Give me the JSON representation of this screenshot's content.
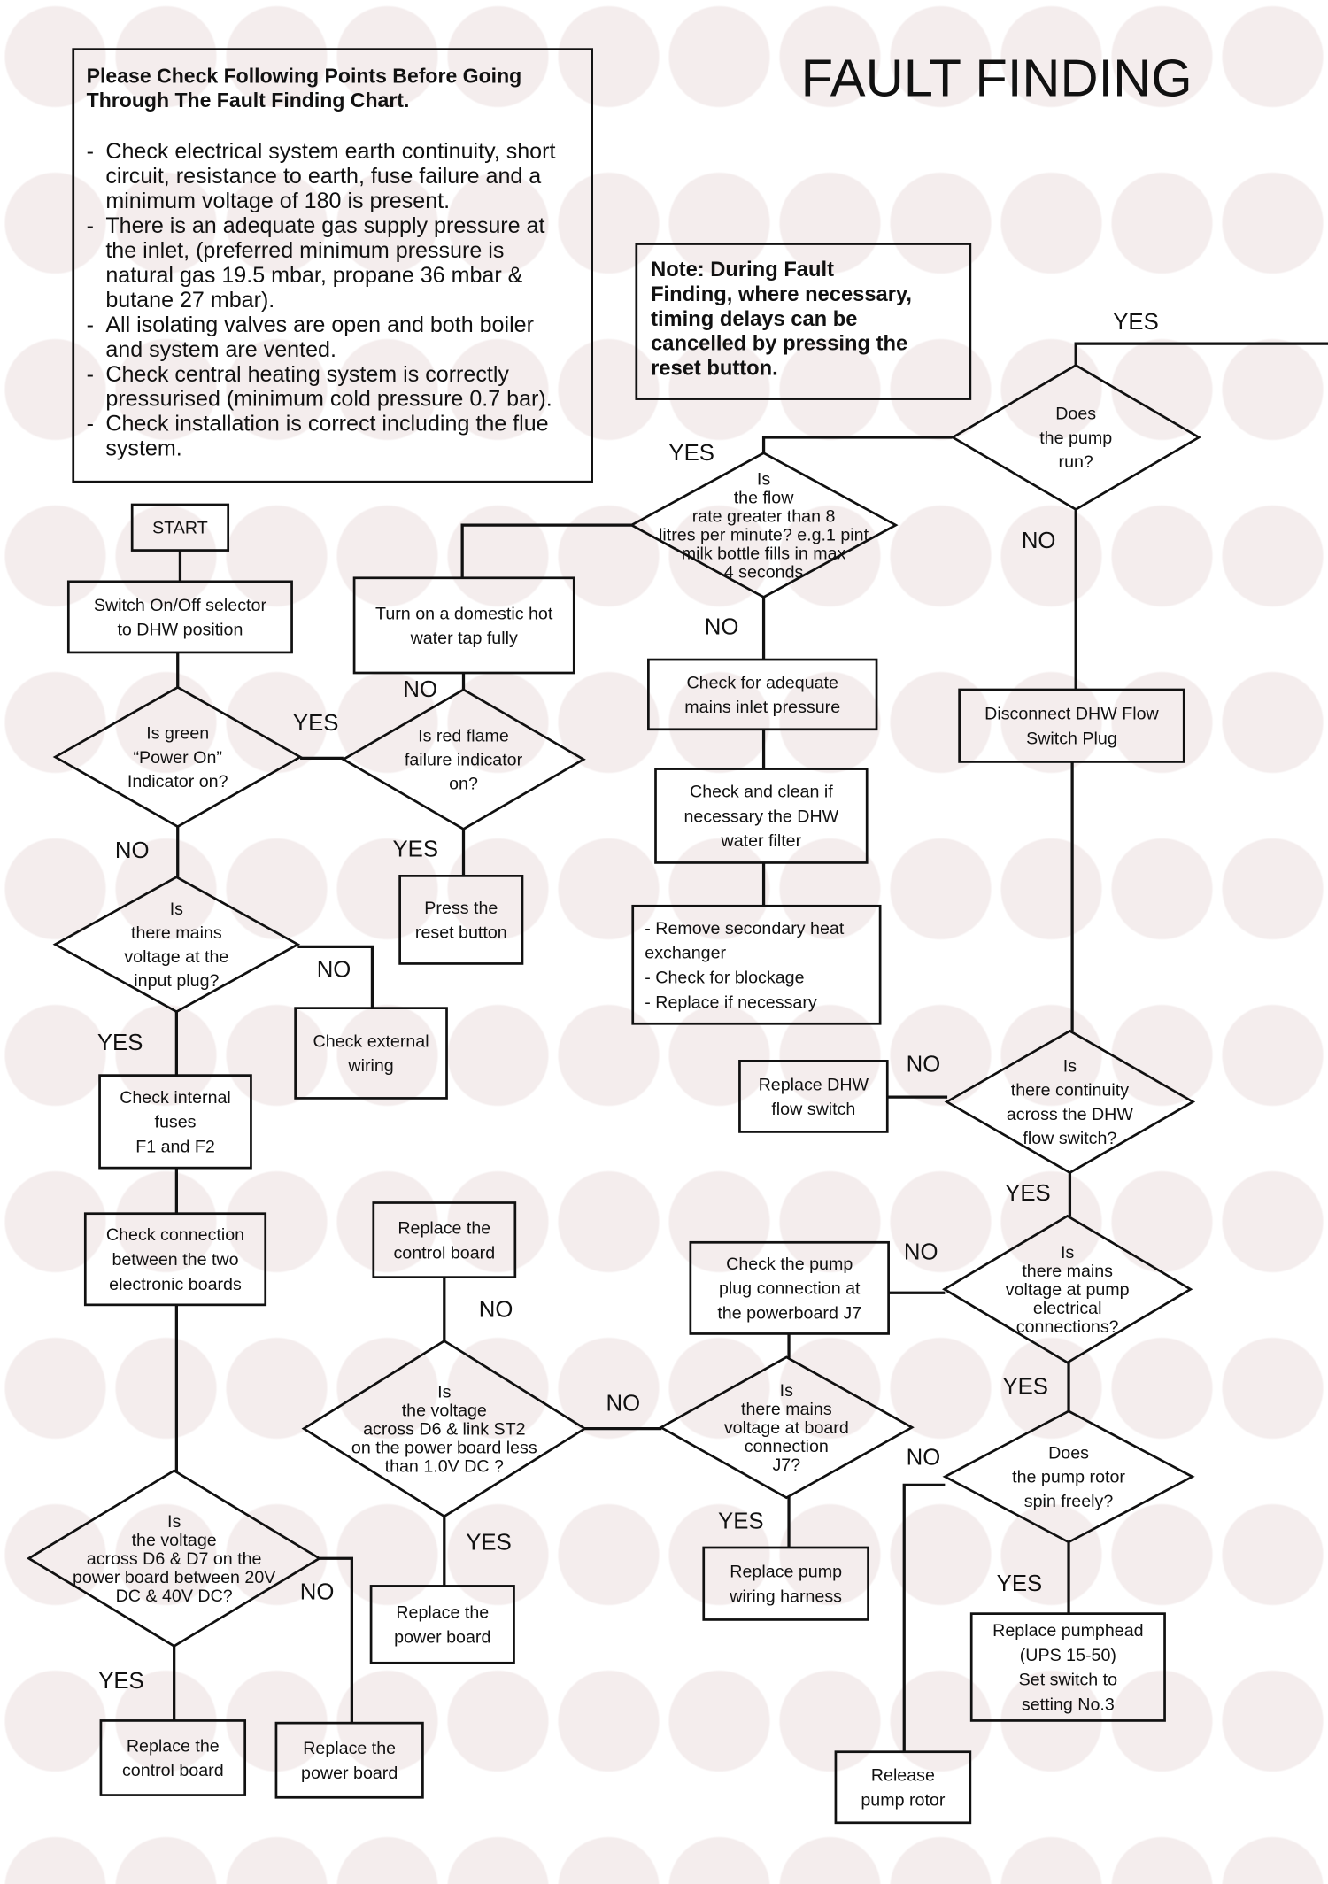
{
  "title": "FAULT FINDING",
  "checklist": {
    "heading": [
      "Please Check Following Points Before Going",
      "Through The Fault Finding Chart."
    ],
    "items": [
      [
        "Check electrical system earth continuity, short",
        "circuit, resistance to earth, fuse failure and a",
        "minimum voltage of 180 is present."
      ],
      [
        "There is an adequate gas supply pressure at",
        "the inlet, (preferred minimum pressure is",
        "natural gas 19.5 mbar, propane 36 mbar &",
        "butane 27 mbar)."
      ],
      [
        "All isolating valves are open and both boiler",
        "and system are vented."
      ],
      [
        "Check central heating system is correctly",
        "pressurised (minimum cold pressure 0.7 bar)."
      ],
      [
        "Check installation is correct including the flue",
        "system."
      ]
    ]
  },
  "note": [
    "Note: During Fault",
    "Finding, where necessary,",
    "timing delays can be",
    "cancelled by pressing the",
    "reset button."
  ],
  "nodes": {
    "start": [
      "START"
    ],
    "switch_dhw": [
      "Switch On/Off selector",
      "to DHW position"
    ],
    "green_q": [
      "Is green",
      "“Power On”",
      "Indicator on?"
    ],
    "tap": [
      "Turn on a domestic hot",
      "water tap fully"
    ],
    "red_q": [
      "Is red flame",
      "failure indicator",
      "on?"
    ],
    "reset": [
      "Press the",
      "reset button"
    ],
    "mains_q": [
      "Is",
      "there mains",
      "voltage at the",
      "input plug?"
    ],
    "ext_wiring": [
      "Check external",
      "wiring"
    ],
    "fuses": [
      "Check internal",
      "fuses",
      "F1 and F2"
    ],
    "conn_boards": [
      "Check connection",
      "between the two",
      "electronic boards"
    ],
    "d6d7_q": [
      "Is",
      "the voltage",
      "across D6 & D7 on the",
      "power board between 20V",
      "DC & 40V DC?"
    ],
    "ctrl_board1": [
      "Replace the",
      "control board"
    ],
    "power_board1": [
      "Replace the",
      "power board"
    ],
    "ctrl_board2": [
      "Replace the",
      "control board"
    ],
    "st2_q": [
      "Is",
      "the voltage",
      "across D6 & link ST2",
      "on the power board less",
      "than 1.0V DC ?"
    ],
    "power_board2": [
      "Replace the",
      "power board"
    ],
    "flow_q": [
      "Is",
      "the flow",
      "rate greater than 8",
      "litres per minute? e.g.1 pint",
      "milk bottle fills in max",
      "4 seconds"
    ],
    "inlet": [
      "Check for adequate",
      "mains inlet pressure"
    ],
    "filter": [
      "Check and clean if",
      "necessary the DHW",
      "water filter"
    ],
    "secondary": [
      "- Remove secondary heat",
      "  exchanger",
      "- Check for blockage",
      "- Replace if necessary"
    ],
    "pump_run_q": [
      "Does",
      "the pump",
      "run?"
    ],
    "disconnect": [
      "Disconnect DHW Flow",
      "Switch Plug"
    ],
    "cont_q": [
      "Is",
      "there continuity",
      "across the DHW",
      "flow switch?"
    ],
    "replace_flow": [
      "Replace DHW",
      "flow switch"
    ],
    "pump_volt_q": [
      "Is",
      "there mains",
      "voltage at pump",
      "electrical",
      "connections?"
    ],
    "pump_plug": [
      "Check the pump",
      "plug connection at",
      "the powerboard J7"
    ],
    "board_q": [
      "Is",
      "there mains",
      "voltage at board",
      "connection",
      "J7?"
    ],
    "harness": [
      "Replace pump",
      "wiring harness"
    ],
    "rotor_q": [
      "Does",
      "the pump rotor",
      "spin freely?"
    ],
    "pumphead": [
      "Replace pumphead",
      "(UPS 15-50)",
      "Set switch to",
      "setting No.3"
    ],
    "release": [
      "Release",
      "pump rotor"
    ]
  },
  "branch_labels": [
    "YES",
    "NO",
    "NO",
    "YES",
    "NO",
    "YES",
    "YES",
    "NO",
    "YES",
    "NO",
    "NO",
    "YES",
    "NO",
    "YES",
    "NO",
    "NO",
    "YES",
    "YES",
    "NO",
    "YES",
    "NO",
    "YES"
  ]
}
